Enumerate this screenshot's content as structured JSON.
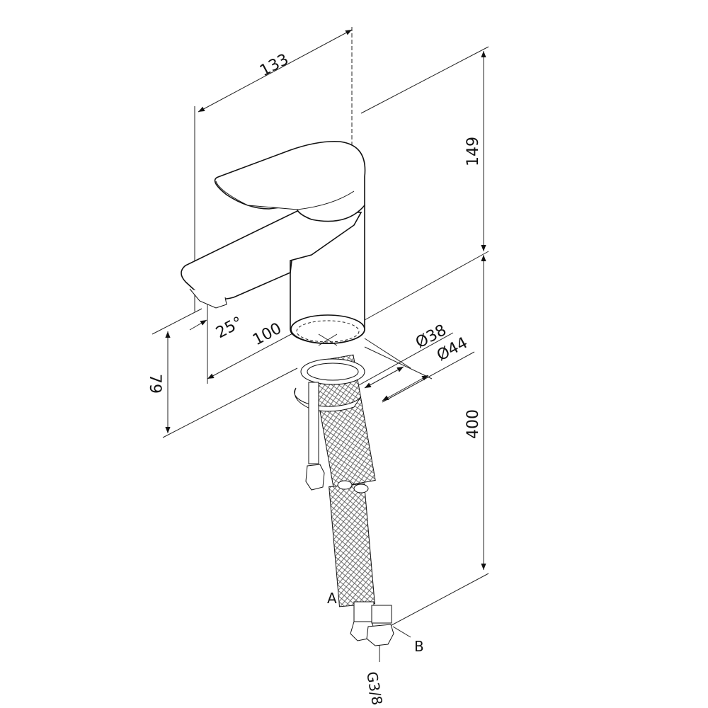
{
  "title": "Faucet dimension drawing",
  "dimensions": {
    "width_total": "133",
    "height_above_base": "149",
    "hose_length": "400",
    "spout_height": "79",
    "spout_reach": "100",
    "spout_angle": "25°",
    "base_diameter_inner": "Ø38",
    "base_diameter_outer": "Ø44"
  },
  "labels": {
    "hose_a": "A",
    "hose_b": "B",
    "thread": "G3/8"
  },
  "colors": {
    "line": "#111111",
    "background": "#ffffff"
  }
}
